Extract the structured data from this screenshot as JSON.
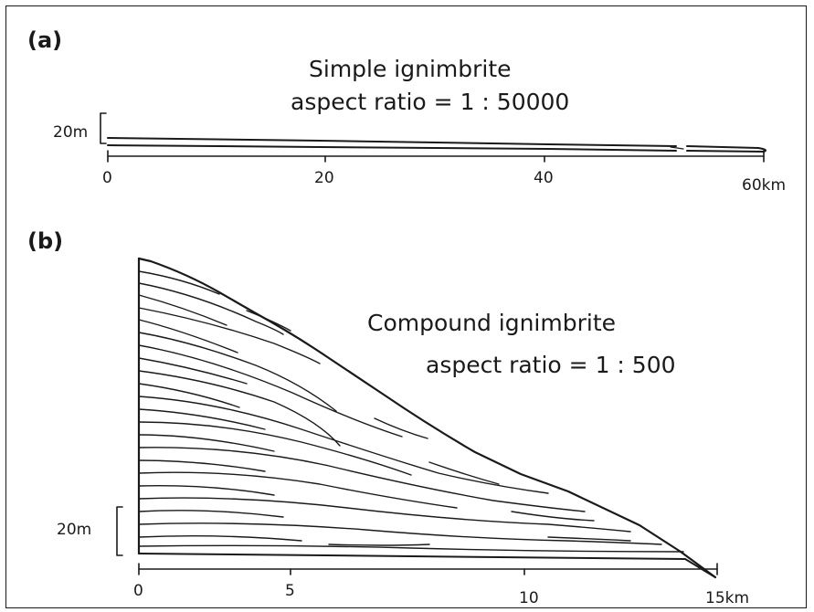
{
  "panel_a": {
    "label": "(a)",
    "title_line1": "Simple ignimbrite",
    "title_line2": "aspect ratio = 1 : 50000",
    "scale_bar": "20m",
    "axis_ticks": [
      "0",
      "20",
      "40",
      "60km"
    ]
  },
  "panel_b": {
    "label": "(b)",
    "title_line1": "Compound ignimbrite",
    "title_line2": "aspect ratio = 1 : 500",
    "scale_bar": "20m",
    "axis_ticks": [
      "0",
      "5",
      "10",
      "15km"
    ]
  }
}
